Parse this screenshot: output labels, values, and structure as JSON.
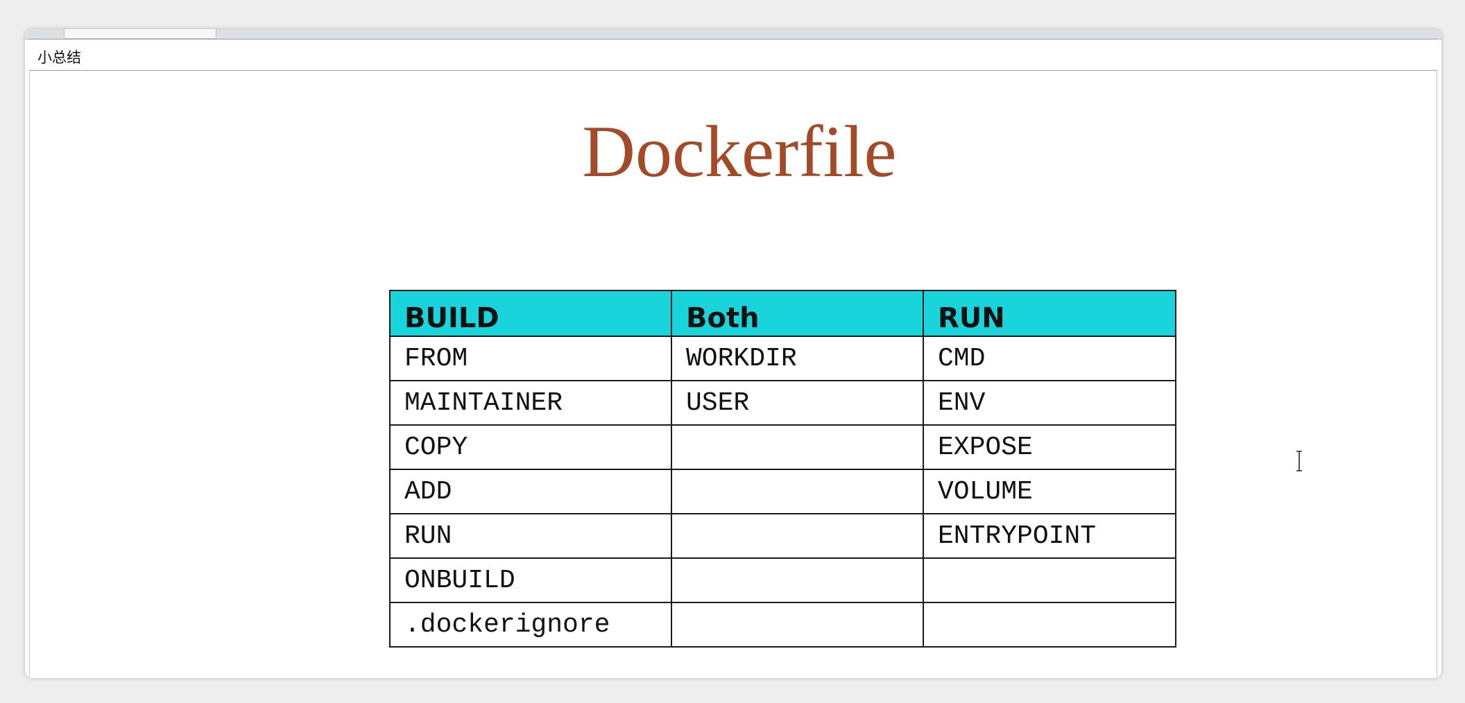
{
  "window": {
    "title": "小总结"
  },
  "slide": {
    "heading": "Dockerfile",
    "heading_color": "#a34a28",
    "header_color": "#1ad4dc"
  },
  "table": {
    "headers": [
      "BUILD",
      "Both",
      "RUN"
    ],
    "rows": [
      [
        "FROM",
        "WORKDIR",
        "CMD"
      ],
      [
        "MAINTAINER",
        "USER",
        "ENV"
      ],
      [
        "COPY",
        "",
        "EXPOSE"
      ],
      [
        "ADD",
        "",
        "VOLUME"
      ],
      [
        "RUN",
        "",
        "ENTRYPOINT"
      ],
      [
        "ONBUILD",
        "",
        ""
      ],
      [
        ".dockerignore",
        "",
        ""
      ]
    ]
  },
  "icons": {
    "cursor": "text-cursor-icon"
  }
}
